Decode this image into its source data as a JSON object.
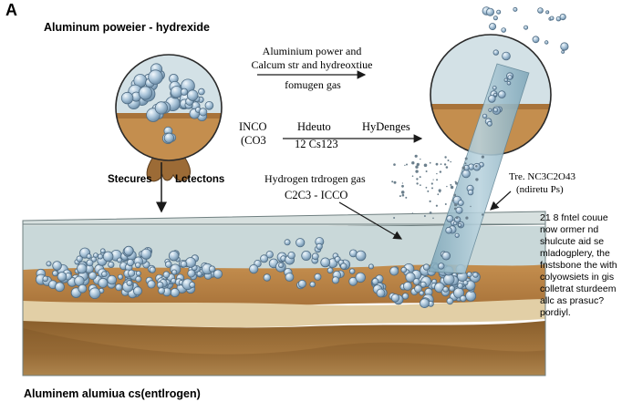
{
  "figure": {
    "panel_letter": "A",
    "top_title": "Aluminum poweier - hydrexide",
    "bottom_title": "Aluminem alumiua cs(entlrogen)"
  },
  "labels": {
    "left_sphere_left": "Stecures",
    "left_sphere_right": "Lctectons",
    "arrow1_line1": "Aluminium power and",
    "arrow1_line2": "Calcum str and hydreoxtiue",
    "arrow1_below": "fomugen gas",
    "inco_line1": "INCO",
    "inco_line2": "(CO3",
    "hdeuto": "Hdeuto",
    "cs_formula": "12 Cs123",
    "hydenges": "HyDenges",
    "hydrogen_gas": "Hydrogen trdrogen gas",
    "c2c3": "C2C3 - ICCO",
    "tre_line1": "Tre. NC3C2O43",
    "tre_line2": "(ndiretu Ps)",
    "side_note": [
      "21 8 fntel couue",
      "now ormer nd",
      "shulcute aid se",
      "mladogplery, the",
      "fnstsbone the with",
      "colyowsiets in gis",
      "colletrat sturdeem",
      "allc as prasuc?",
      "pordiyl."
    ]
  },
  "colors": {
    "bubble": "#a9c4d9",
    "bubble_outline": "#4f6c84",
    "water": "#c9d8d9",
    "soil_top": "#b9864a",
    "soil_mid": "#e2cfa6",
    "soil_deep": "#8a5f2c",
    "stream": "#8fb4c4"
  },
  "icons": {
    "arrows": "arrow-right-icon",
    "pointer": "pointer-arrow-icon"
  }
}
